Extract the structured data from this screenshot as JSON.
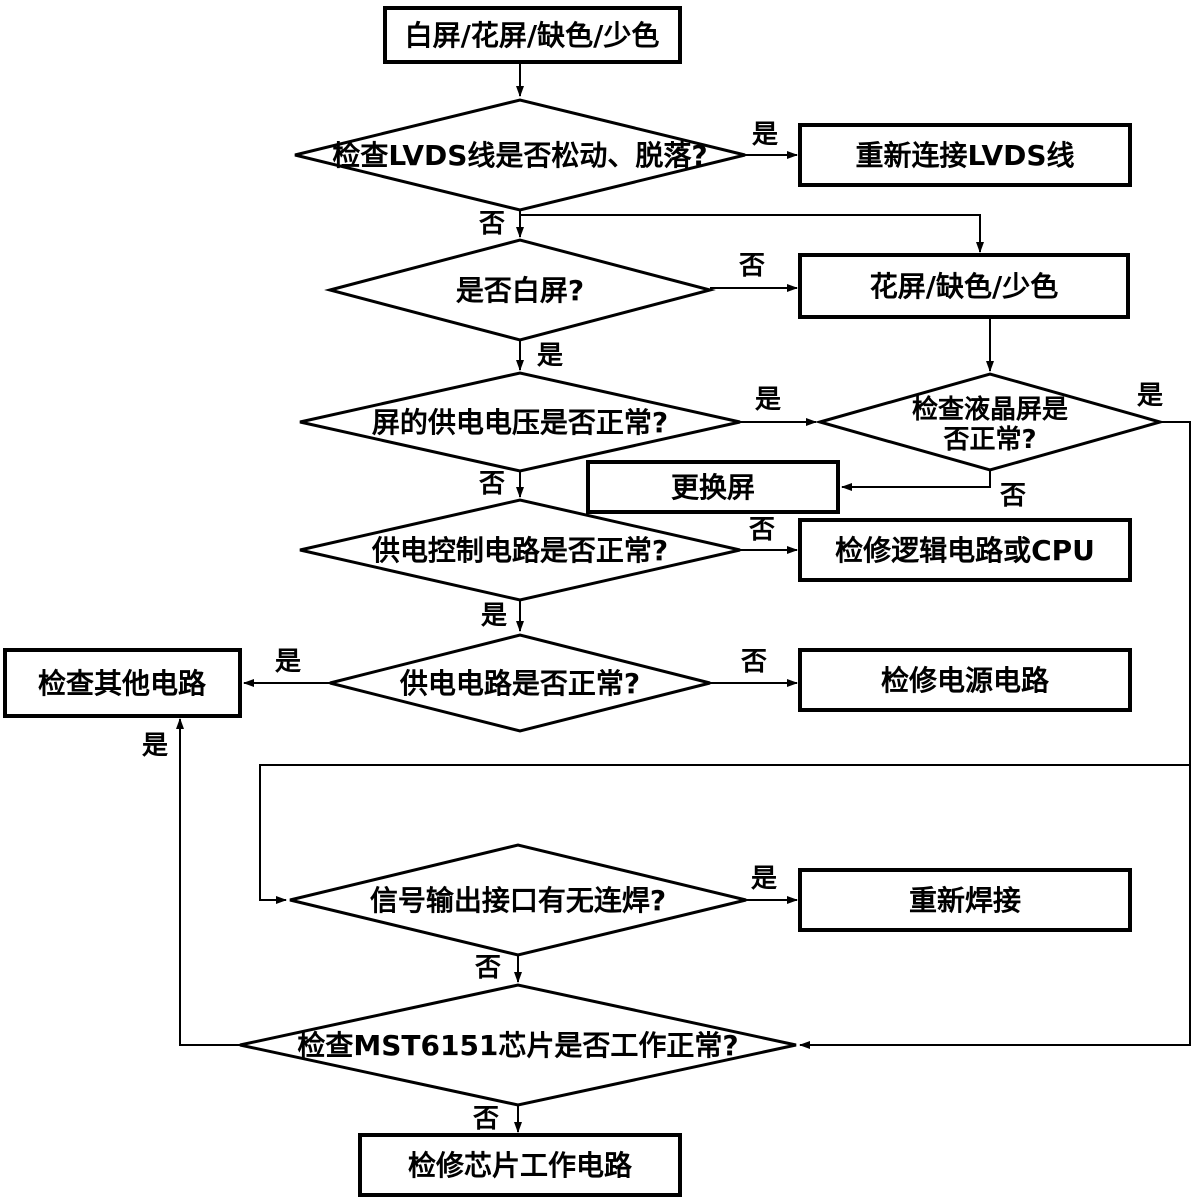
{
  "diagram": {
    "type": "flowchart",
    "language": "zh-CN",
    "background": "#ffffff",
    "line_color": "#000000"
  },
  "nodes": {
    "start": {
      "label": "白屏/花屏/缺色/少色",
      "shape": "rect"
    },
    "check_lvds": {
      "label": "检查LVDS线是否松动、脱落?",
      "shape": "diamond"
    },
    "reconnect_lvds": {
      "label": "重新连接LVDS线",
      "shape": "rect"
    },
    "is_white_screen": {
      "label": "是否白屏?",
      "shape": "diamond"
    },
    "huaping": {
      "label": "花屏/缺色/少色",
      "shape": "rect"
    },
    "screen_voltage": {
      "label": "屏的供电电压是否正常?",
      "shape": "diamond"
    },
    "check_lcd": {
      "line1": "检查液晶屏是",
      "line2": "否正常?",
      "shape": "diamond"
    },
    "replace_screen": {
      "label": "更换屏",
      "shape": "rect"
    },
    "power_ctrl": {
      "label": "供电控制电路是否正常?",
      "shape": "diamond"
    },
    "repair_logic": {
      "label": "检修逻辑电路或CPU",
      "shape": "rect"
    },
    "power_circuit": {
      "label": "供电电路是否正常?",
      "shape": "diamond"
    },
    "repair_power": {
      "label": "检修电源电路",
      "shape": "rect"
    },
    "check_other": {
      "label": "检查其他电路",
      "shape": "rect"
    },
    "signal_interface": {
      "label": "信号输出接口有无连焊?",
      "shape": "diamond"
    },
    "resolder": {
      "label": "重新焊接",
      "shape": "rect"
    },
    "check_mst": {
      "label": "检查MST6151芯片是否工作正常?",
      "shape": "diamond"
    },
    "repair_chip": {
      "label": "检修芯片工作电路",
      "shape": "rect"
    }
  },
  "edges": [
    {
      "from": "start",
      "to": "check_lvds",
      "label": ""
    },
    {
      "from": "check_lvds",
      "to": "reconnect_lvds",
      "label": "是"
    },
    {
      "from": "check_lvds",
      "to": "is_white_screen",
      "label": "否"
    },
    {
      "from": "check_lvds",
      "to": "huaping",
      "label": ""
    },
    {
      "from": "is_white_screen",
      "to": "huaping",
      "label": "否"
    },
    {
      "from": "is_white_screen",
      "to": "screen_voltage",
      "label": "是"
    },
    {
      "from": "huaping",
      "to": "check_lcd",
      "label": ""
    },
    {
      "from": "screen_voltage",
      "to": "check_lcd",
      "label": "是"
    },
    {
      "from": "screen_voltage",
      "to": "power_ctrl",
      "label": "否"
    },
    {
      "from": "check_lcd",
      "to": "replace_screen",
      "label": "否"
    },
    {
      "from": "check_lcd",
      "to": "check_mst",
      "label": "是"
    },
    {
      "from": "check_lcd",
      "to": "signal_interface",
      "label": ""
    },
    {
      "from": "power_ctrl",
      "to": "repair_logic",
      "label": "否"
    },
    {
      "from": "power_ctrl",
      "to": "power_circuit",
      "label": "是"
    },
    {
      "from": "power_circuit",
      "to": "repair_power",
      "label": "否"
    },
    {
      "from": "power_circuit",
      "to": "check_other",
      "label": "是"
    },
    {
      "from": "signal_interface",
      "to": "resolder",
      "label": "是"
    },
    {
      "from": "signal_interface",
      "to": "check_mst",
      "label": "否"
    },
    {
      "from": "check_mst",
      "to": "repair_chip",
      "label": "否"
    },
    {
      "from": "check_mst",
      "to": "check_other",
      "label": "是"
    }
  ]
}
